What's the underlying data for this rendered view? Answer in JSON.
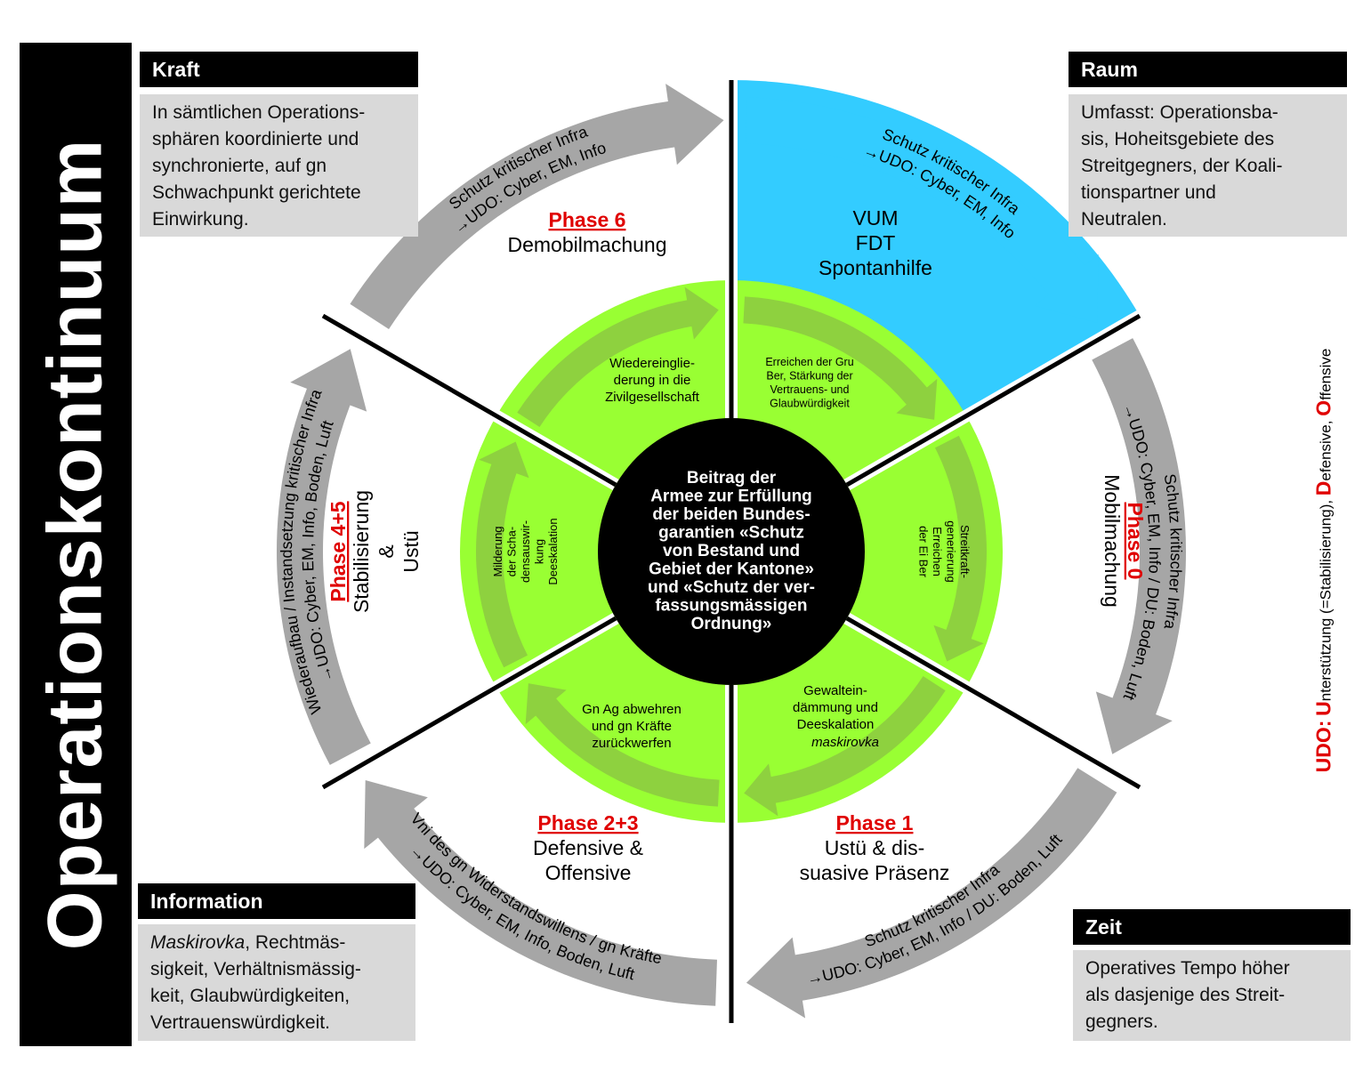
{
  "side_title": "Operationskontinuum",
  "boxes": {
    "kraft": {
      "title": "Kraft",
      "text": "In sämtlichen Operations-sphären koordinierte und synchronierte, auf gn Schwachpunkt gerichtete Einwirkung.",
      "lines": [
        "In sämtlichen Operations-",
        "sphären koordinierte und",
        "synchronierte, auf gn",
        "Schwachpunkt gerichtete",
        "Einwirkung."
      ]
    },
    "raum": {
      "title": "Raum",
      "lines": [
        "Umfasst: Operationsba-",
        "sis, Hoheitsgebiete des",
        "Streitgegners, der Koali-",
        "tionspartner und",
        "Neutralen."
      ]
    },
    "information": {
      "title": "Information",
      "italic_word": "Maskirovka",
      "lines": [
        ", Rechtmäs-",
        "sigkeit, Verhältnismässig-",
        "keit, Glaubwürdigkeiten,",
        "Vertrauenswürdigkeit."
      ]
    },
    "zeit": {
      "title": "Zeit",
      "lines": [
        "Operatives Tempo höher",
        "als dasjenige des Streit-",
        "gegners."
      ]
    }
  },
  "center": {
    "lines": [
      "Beitrag der",
      "Armee zur Erfüllung",
      "der beiden Bundes-",
      "garantien «Schutz",
      "von Bestand und",
      "Gebiet der Kantone»",
      "und «Schutz der ver-",
      "fassungsmässigen",
      "Ordnung»"
    ]
  },
  "phases": {
    "p6": {
      "label": "Phase 6",
      "lines": [
        "Demobilmachung"
      ]
    },
    "p0": {
      "label": "Phase 0",
      "lines": [
        "Mobilmachung"
      ]
    },
    "p1": {
      "label": "Phase 1",
      "lines": [
        "Ustü & dis-",
        "suasive Präsenz"
      ]
    },
    "p23": {
      "label": "Phase 2+3",
      "lines": [
        "Defensive &",
        "Offensive"
      ]
    },
    "p45": {
      "label": "Phase 4+5",
      "lines": [
        "Stabilisierung",
        "&",
        "Ustü"
      ]
    },
    "vum": {
      "lines": [
        "VUM",
        "FDT",
        "Spontanhilfe"
      ]
    }
  },
  "inner": {
    "top_left": [
      "Wiedereinglie-",
      "derung in die",
      "Zivilgesellschaft"
    ],
    "top_right": [
      "Erreichen der Gru",
      "Ber, Stärkung der",
      "Vertrauens- und",
      "Glaubwürdigkeit"
    ],
    "right": [
      "Streitkraft-",
      "generierung",
      "Erreichen",
      "der Ei Ber"
    ],
    "bottom_right": [
      "Gewaltein-",
      "dämmung und",
      "Deeskalation"
    ],
    "bottom_right_italic": "maskirovka",
    "bottom_left": [
      "Gn Ag abwehren",
      "und gn Kräfte",
      "zurückwerfen"
    ],
    "left": [
      "Milderung",
      "der Scha-",
      "densauswir-",
      "kung",
      "Deeskalation"
    ]
  },
  "arrows": {
    "top_left": [
      "Schutz kritischer Infra",
      "→UDO: Cyber, EM, Info"
    ],
    "top_right": [
      "Schutz kritischer Infra",
      "→UDO: Cyber, EM, Info"
    ],
    "right": [
      "Schutz kritischer Infra",
      "→UDO: Cyber, EM, Info / DU: Boden, Luft"
    ],
    "bottom_right": [
      "Schutz kritischer Infra",
      "→UDO: Cyber, EM, Info / DU: Boden, Luft"
    ],
    "bottom_left": [
      "Vni des gn Widerstandswillens / gn Kräfte",
      "→UDO: Cyber, EM, Info, Boden, Luft"
    ],
    "left": [
      "Wiederaufbau / Instandsetzung kritischer Infra",
      "→UDO: Cyber, EM, Info, Boden, Luft"
    ]
  },
  "udo_note": {
    "udo": "UDO:",
    "u": "U",
    "u_rest": "nterstützung (=Stabilisierung), ",
    "d": "D",
    "d_rest": "efensive, ",
    "o": "O",
    "o_rest": "ffensive"
  },
  "colors": {
    "black": "#000000",
    "gray_box": "#d9d9d9",
    "gray_arrow": "#a6a6a6",
    "cyan": "#33ccff",
    "green_light": "#99ff33",
    "green_dark": "#8ed13f",
    "red": "#e00000"
  }
}
